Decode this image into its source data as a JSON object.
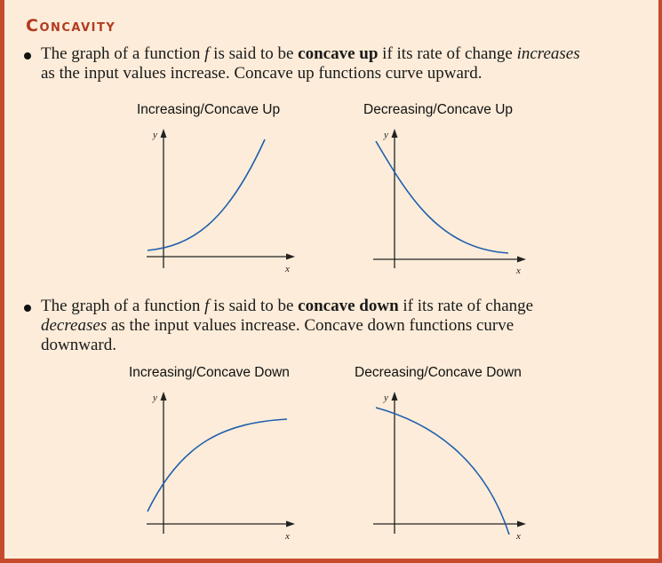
{
  "heading": "Concavity",
  "bullet1": {
    "part1": "The graph of a function ",
    "f": "f",
    "part2": " is said to be ",
    "term": "concave up",
    "part3": " if its rate of change ",
    "emph": "increases",
    "line2": "as the input values increase. Concave up functions curve upward."
  },
  "bullet2": {
    "part1": "The graph of a function ",
    "f": "f",
    "part2": " is said to be ",
    "term": "concave down",
    "part3": " if its rate of change",
    "emph": "decreases",
    "line2_rest": " as the input values increase. Concave down functions curve",
    "line3": "downward."
  },
  "graphs": [
    {
      "title": "Increasing/Concave Up",
      "x_label": "x",
      "y_label": "y",
      "shape": "increasing-concave-up"
    },
    {
      "title": "Decreasing/Concave Up",
      "x_label": "x",
      "y_label": "y",
      "shape": "decreasing-concave-up"
    },
    {
      "title": "Increasing/Concave Down",
      "x_label": "x",
      "y_label": "y",
      "shape": "increasing-concave-down"
    },
    {
      "title": "Decreasing/Concave Down",
      "x_label": "x",
      "y_label": "y",
      "shape": "decreasing-concave-down"
    }
  ],
  "colors": {
    "background": "#fcecd9",
    "border": "#c64b2c",
    "heading": "#b23b20",
    "curve": "#1f5fae"
  }
}
